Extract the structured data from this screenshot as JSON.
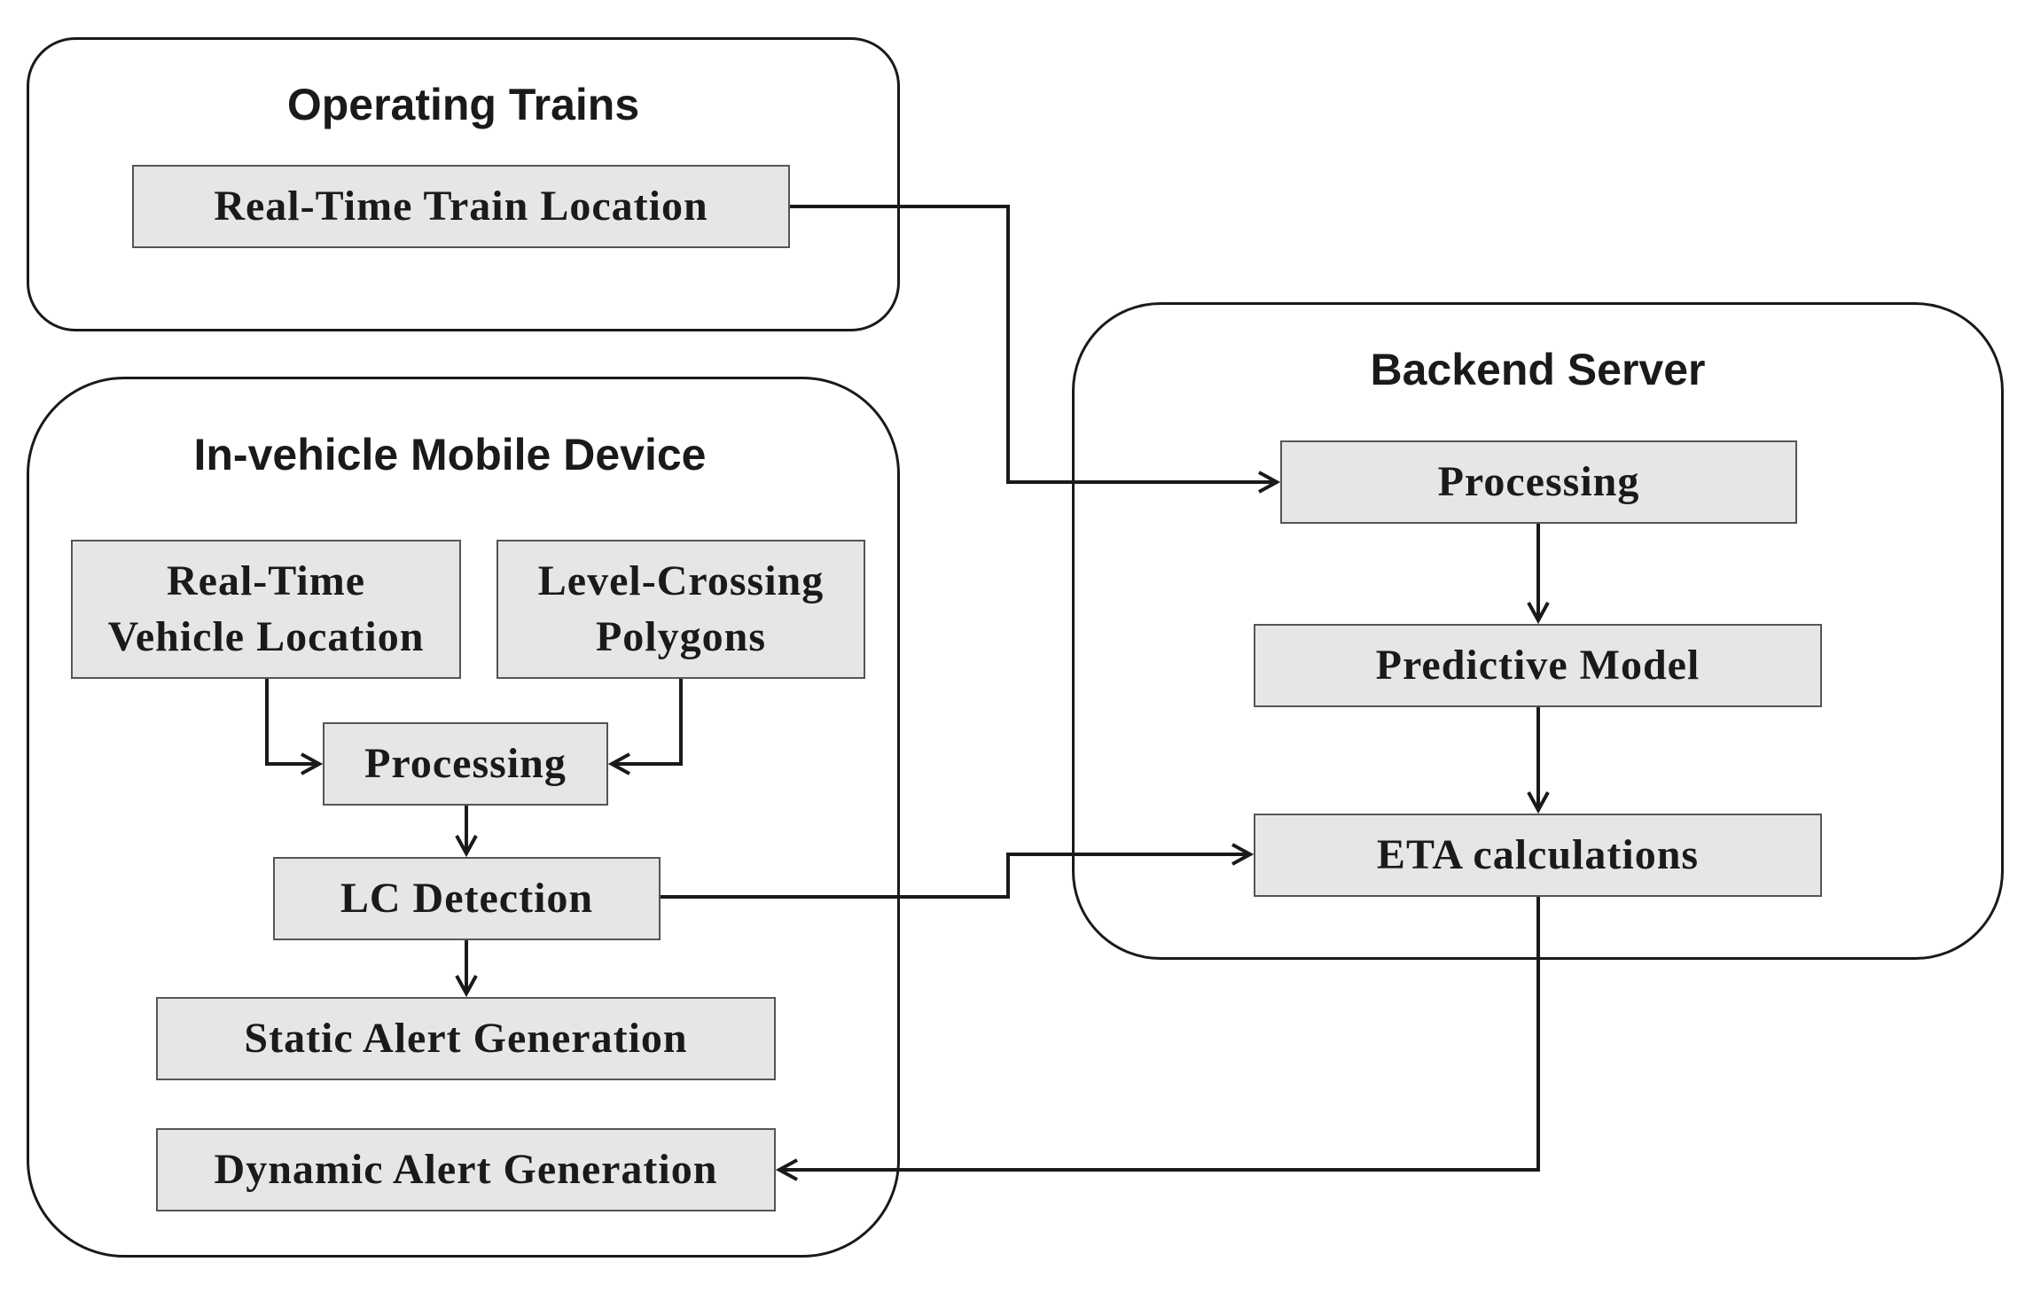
{
  "groups": {
    "operating_trains": {
      "title": "Operating Trains",
      "real_time_train_location": "Real-Time Train Location"
    },
    "in_vehicle_device": {
      "title": "In-vehicle Mobile Device",
      "real_time_vehicle_location": [
        "Real-Time",
        "Vehicle Location"
      ],
      "level_crossing_polygons": [
        "Level-Crossing",
        "Polygons"
      ],
      "processing": "Processing",
      "lc_detection": "LC Detection",
      "static_alert_generation": "Static Alert Generation",
      "dynamic_alert_generation": "Dynamic Alert Generation"
    },
    "backend_server": {
      "title": "Backend Server",
      "processing": "Processing",
      "predictive_model": "Predictive Model",
      "eta_calculations": "ETA calculations"
    }
  },
  "colors": {
    "box_fill": "#e6e6e6",
    "box_border": "#555555",
    "line": "#1a1a1a"
  }
}
